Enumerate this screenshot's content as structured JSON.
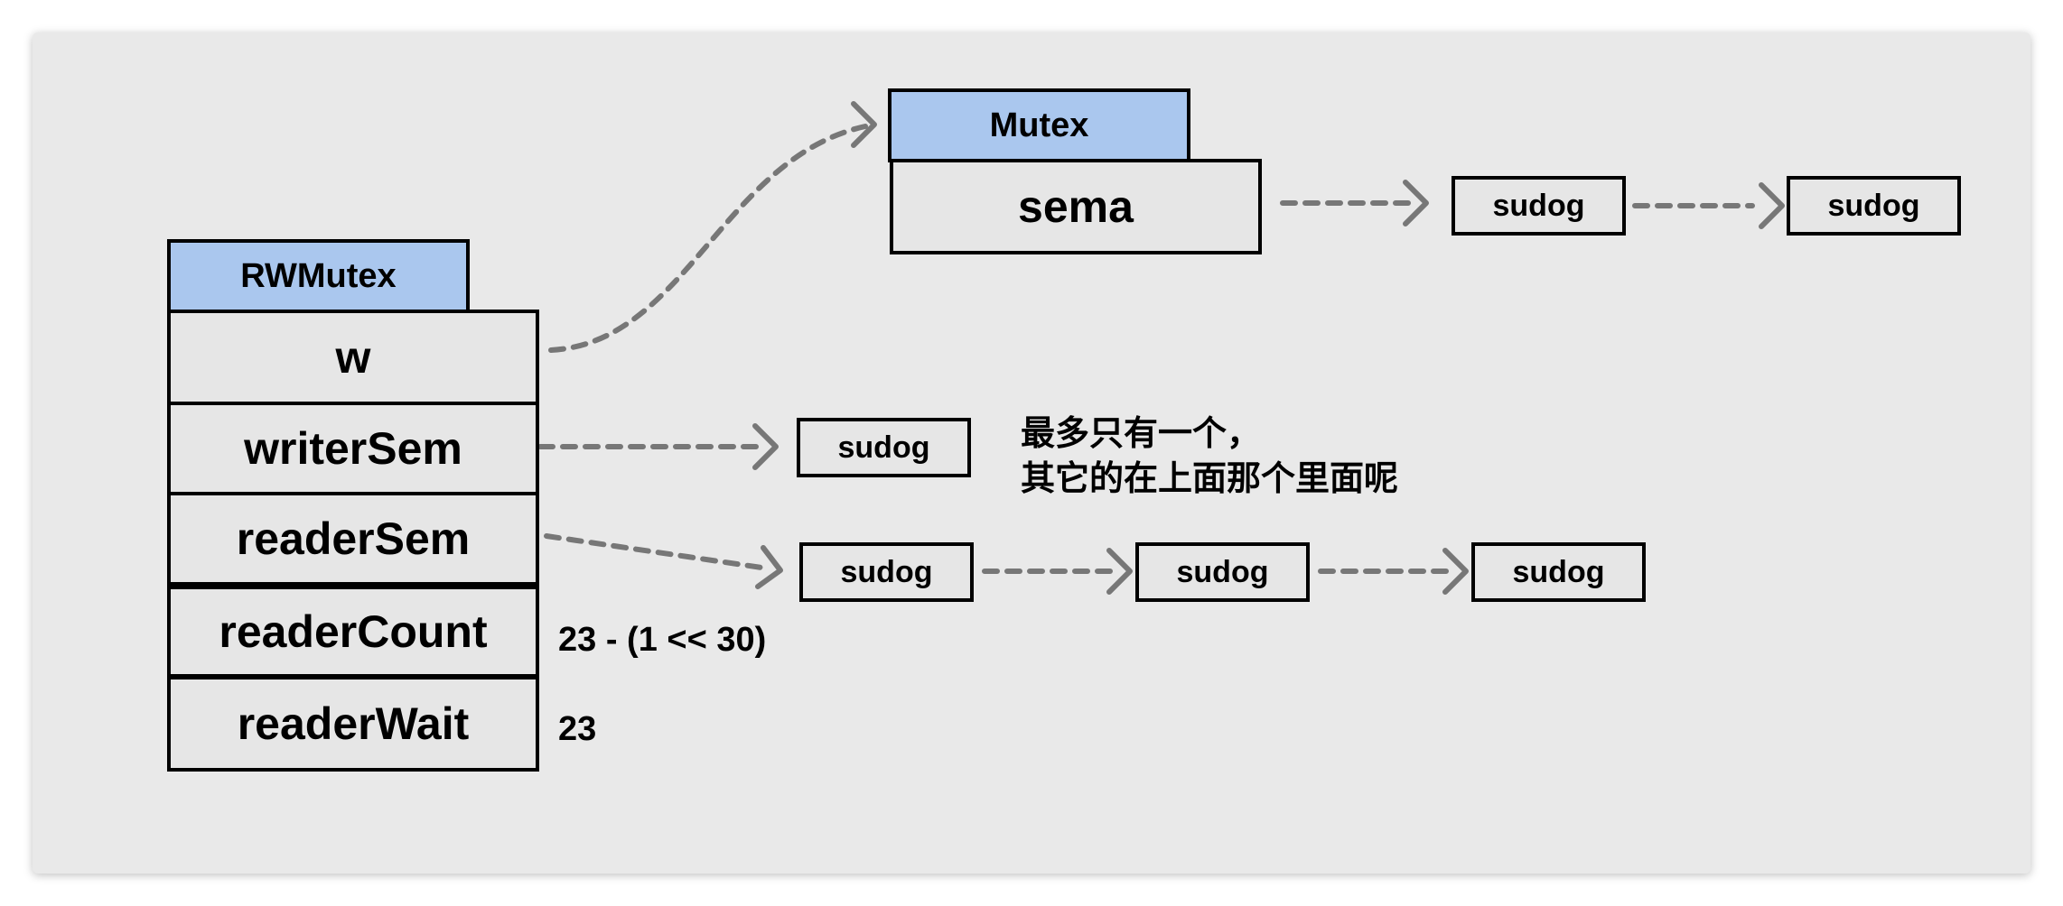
{
  "rwmutex": {
    "header": "RWMutex",
    "fields": {
      "w": "w",
      "writerSem": "writerSem",
      "readerSem": "readerSem",
      "readerCount": "readerCount",
      "readerWait": "readerWait"
    },
    "readerCount_value": "23 - (1 << 30)",
    "readerWait_value": "23"
  },
  "mutex": {
    "header": "Mutex",
    "field": "sema"
  },
  "sudog_label": "sudog",
  "note": {
    "line1": "最多只有一个，",
    "line2": "其它的在上面那个里面呢"
  },
  "colors": {
    "header_fill": "#aac7ee",
    "field_fill": "#e6e6e6",
    "panel_bg": "#e9e9e9",
    "arrow": "#777777"
  }
}
